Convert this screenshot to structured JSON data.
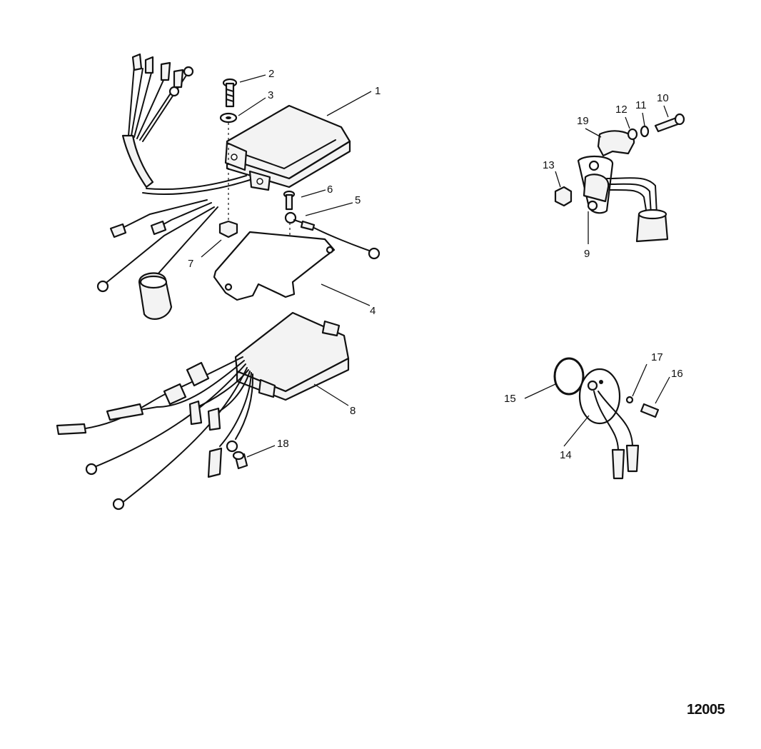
{
  "callouts": {
    "c1": "1",
    "c2": "2",
    "c3": "3",
    "c4": "4",
    "c5": "5",
    "c6": "6",
    "c7": "7",
    "c8": "8",
    "c9": "9",
    "c10": "10",
    "c11": "11",
    "c12": "12",
    "c13": "13",
    "c14": "14",
    "c15": "15",
    "c16": "16",
    "c17": "17",
    "c18": "18",
    "c19": "19"
  },
  "figure_number": "12005"
}
